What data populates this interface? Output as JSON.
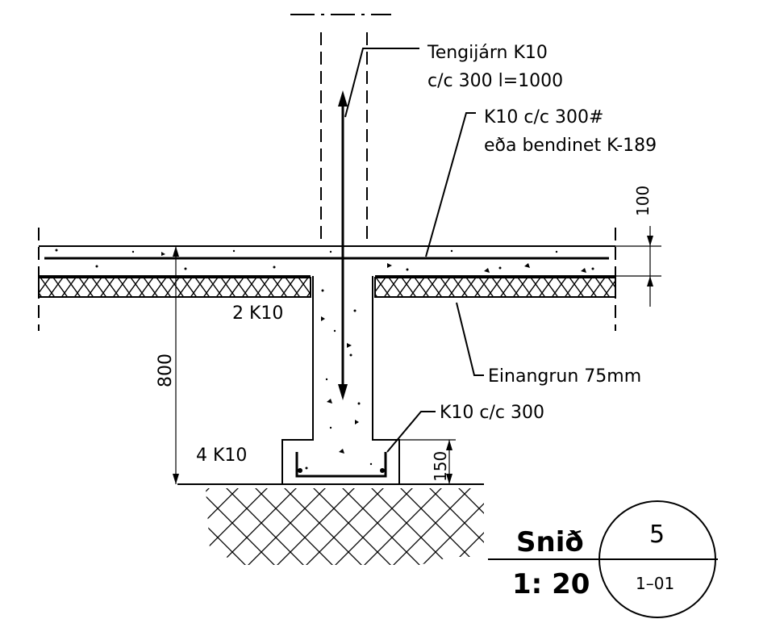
{
  "labels": {
    "dowel_line1": "Tengijárn K10",
    "dowel_line2": "c/c 300 l=1000",
    "mesh_line1": "K10 c/c 300#",
    "mesh_line2": "eða bendinet K-189",
    "slab_bars": "2 K10",
    "footing_bars": "4 K10",
    "stirrups": "K10 c/c 300",
    "insulation": "Einangrun 75mm"
  },
  "dimensions": {
    "slab_thickness": "100",
    "wall_height": "800",
    "footing_height": "150"
  },
  "title_block": {
    "title": "Snið",
    "scale": "1: 20",
    "section_number": "5",
    "sheet_number": "1–01"
  }
}
